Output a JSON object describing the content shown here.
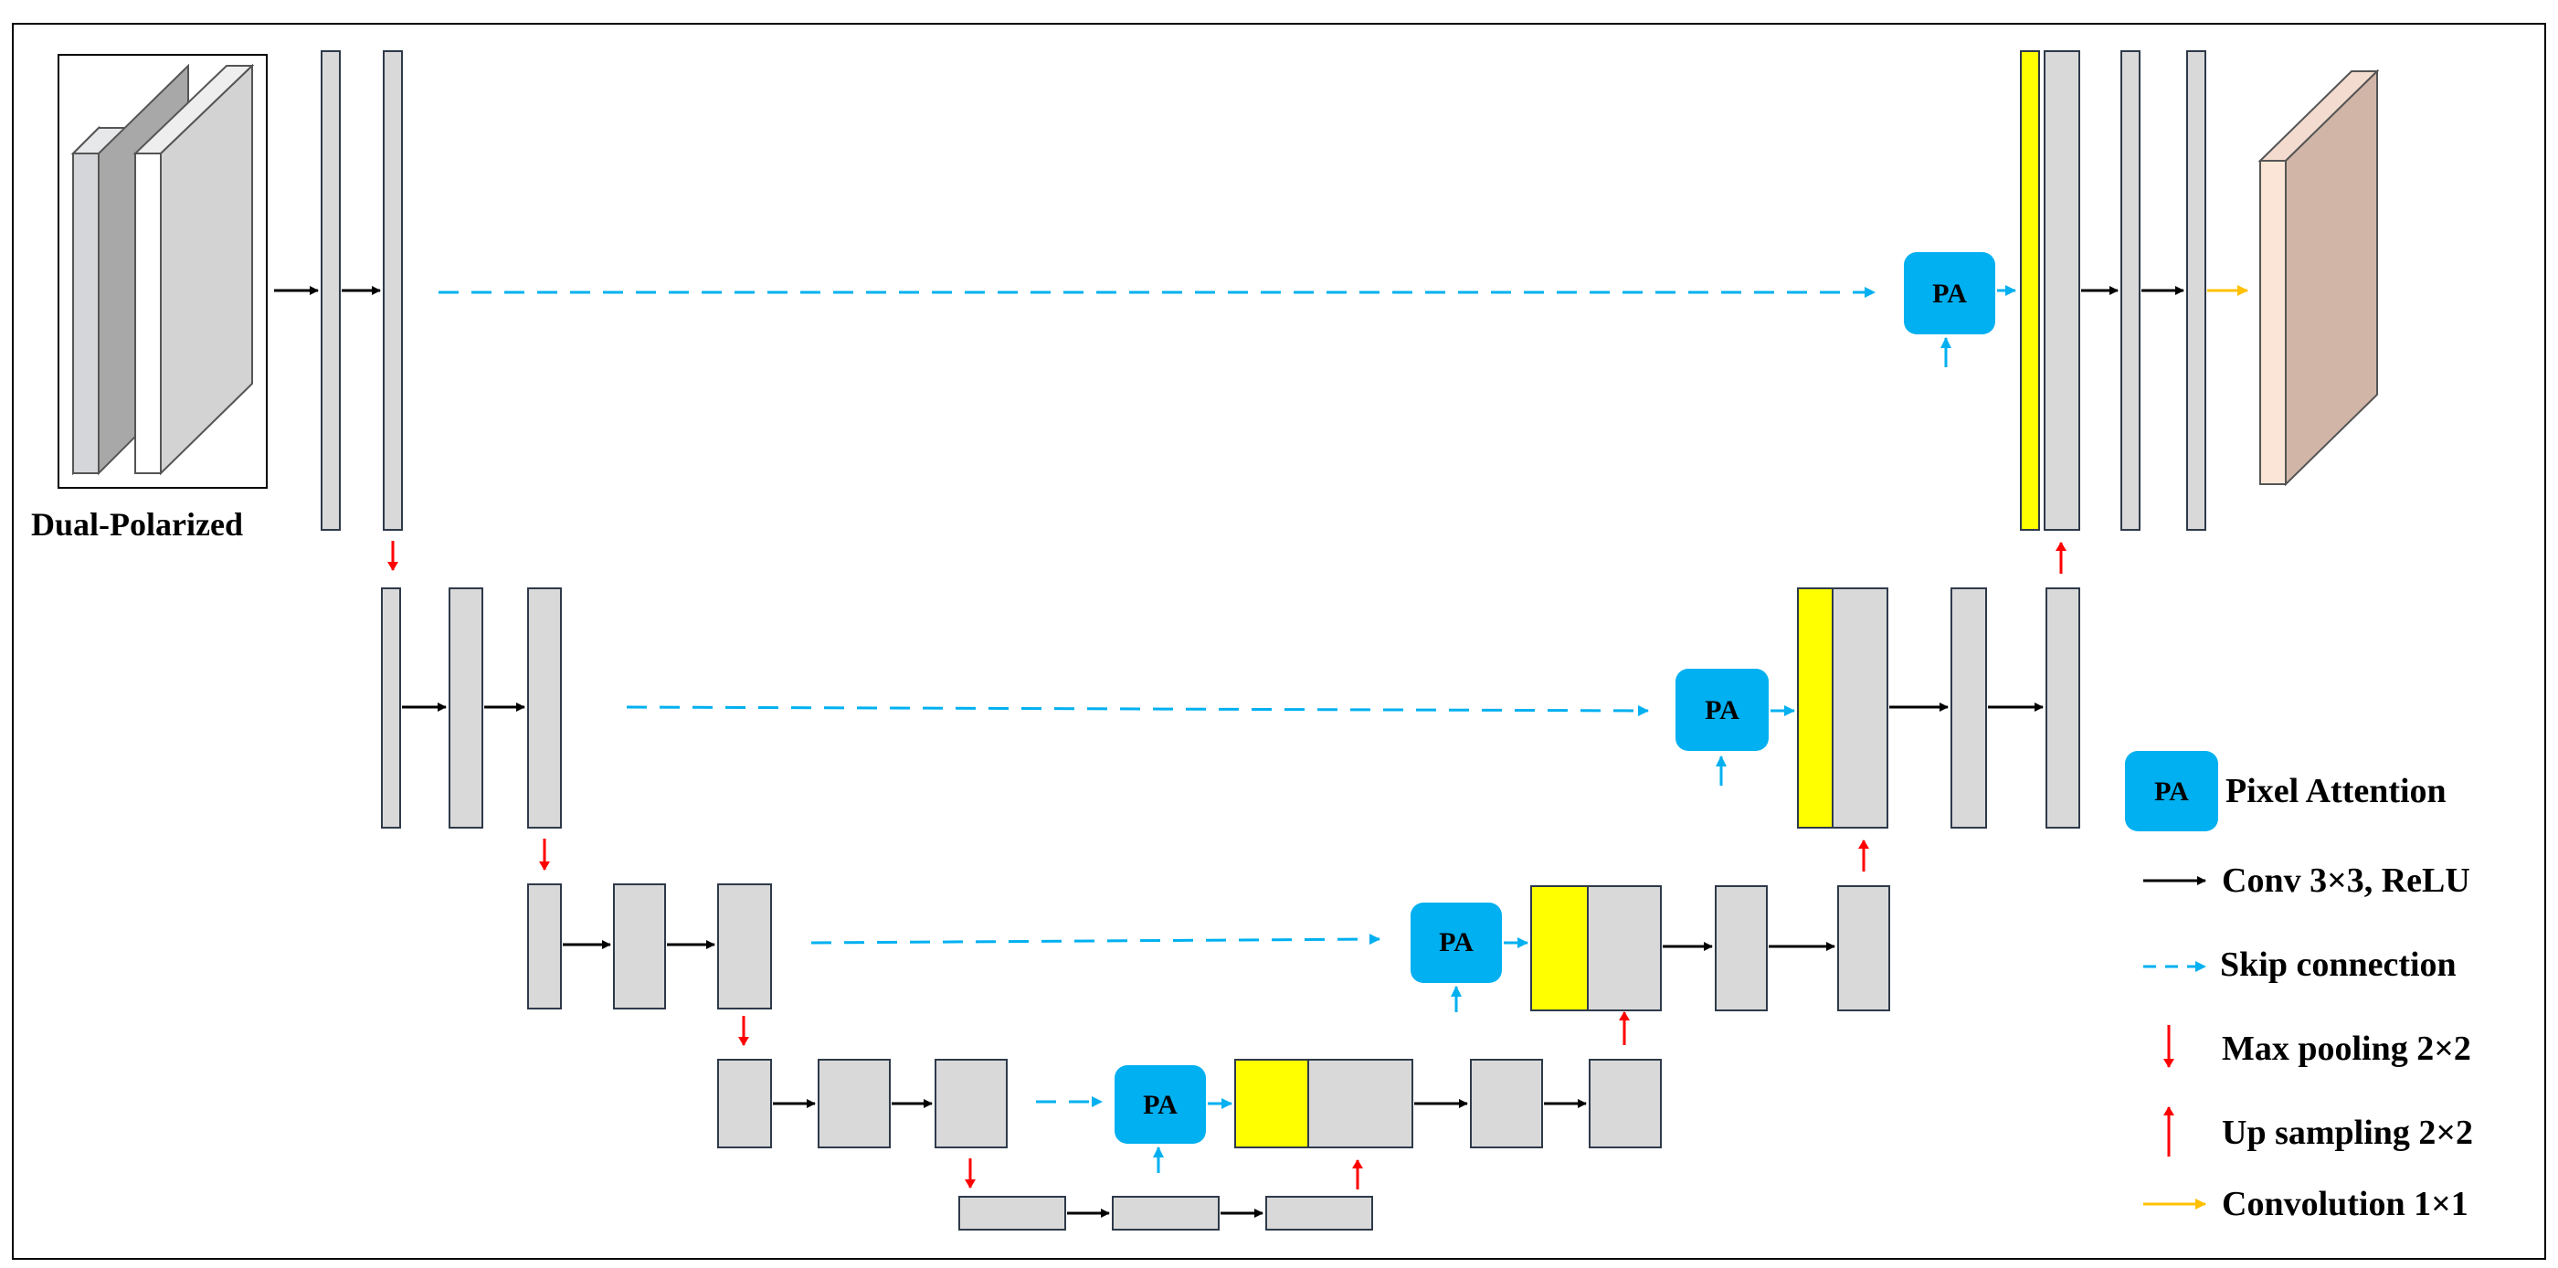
{
  "input": {
    "label": "Dual-Polarized"
  },
  "pa_label": "PA",
  "legend": {
    "pixel_attention": "Pixel Attention",
    "conv": "Conv 3×3, ReLU",
    "skip": "Skip connection",
    "max_pool": "Max pooling 2×2",
    "up_sampling": "Up sampling 2×2",
    "conv1x1": "Convolution 1×1"
  },
  "colors": {
    "feature_map": "#d9d9d9",
    "concat": "#ffff00",
    "pa_block": "#00b0f0",
    "skip_arrow": "#00b0f0",
    "pool_arrow": "#ff0000",
    "up_arrow": "#ff0000",
    "conv_arrow": "#000000",
    "conv1x1_arrow": "#ffc000",
    "output_map": "#d9b8a8"
  }
}
